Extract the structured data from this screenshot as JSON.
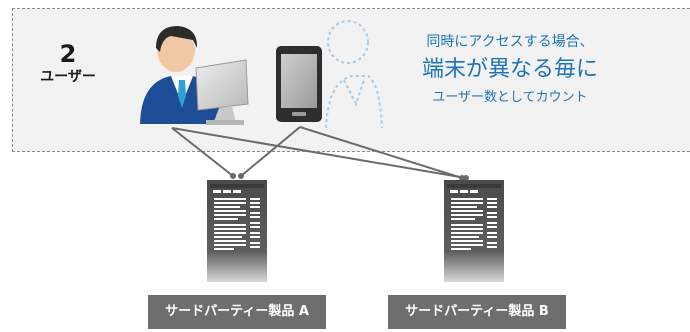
{
  "user_count": {
    "number": "2",
    "label": "ユーザー"
  },
  "caption": {
    "line1": "同時にアクセスする場合、",
    "line2": "端末が異なる毎に",
    "line3": "ユーザー数としてカウント"
  },
  "products": [
    {
      "label": "サードパーティー製品 A"
    },
    {
      "label": "サードパーティー製品 B"
    }
  ],
  "colors": {
    "caption_text": "#1f74b8",
    "panel_background": "#f2f2f2",
    "label_background": "#6e6e6e",
    "server_body": "#595959",
    "connection_line": "#6b6b6b"
  },
  "icons": [
    "person-icon",
    "desktop-monitor-icon",
    "smartphone-icon",
    "person-outline-icon",
    "server-icon"
  ]
}
